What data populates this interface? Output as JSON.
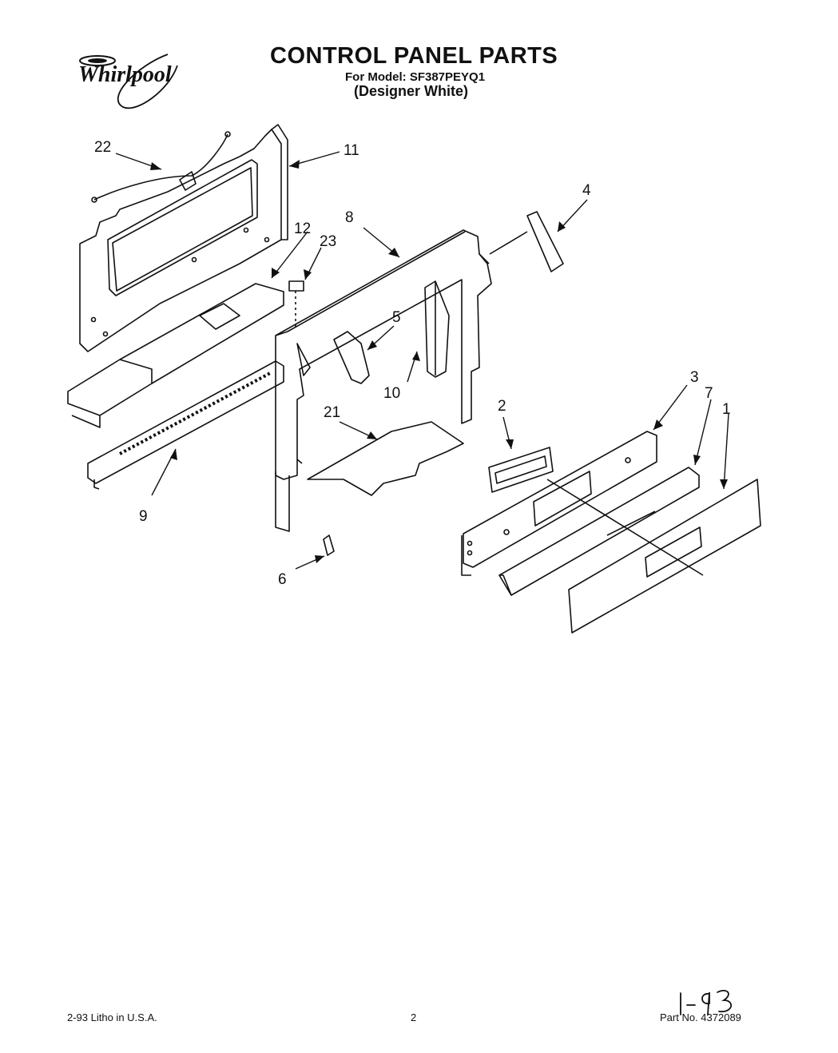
{
  "header": {
    "brand": "Whirlpool",
    "title": "CONTROL PANEL PARTS",
    "model_line": "For Model: SF387PEYQ1",
    "finish_line": "(Designer White)"
  },
  "callouts": [
    "22",
    "11",
    "12",
    "23",
    "8",
    "4",
    "5",
    "10",
    "21",
    "9",
    "2",
    "3",
    "7",
    "1",
    "6"
  ],
  "footer": {
    "print_info": "2-93  Litho in U.S.A.",
    "page_number": "2",
    "part_number": "Part No. 4372089",
    "handwritten_note": "1-93"
  }
}
